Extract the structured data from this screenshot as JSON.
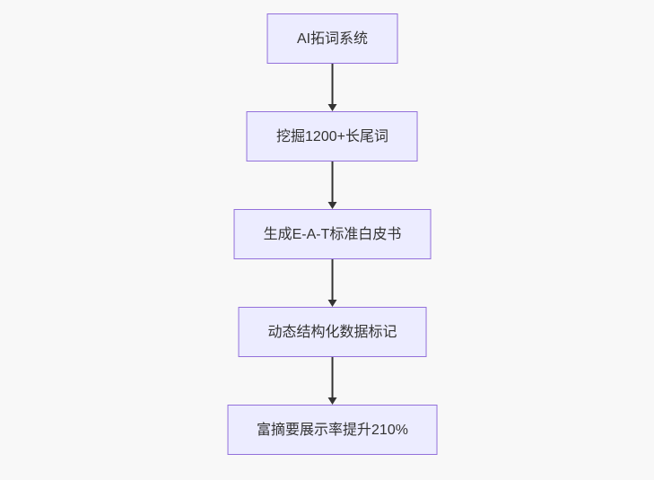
{
  "flowchart": {
    "direction": "top-down",
    "nodes": [
      {
        "id": "node-1",
        "label": "AI拓词系统"
      },
      {
        "id": "node-2",
        "label": "挖掘1200+长尾词"
      },
      {
        "id": "node-3",
        "label": "生成E-A-T标准白皮书"
      },
      {
        "id": "node-4",
        "label": "动态结构化数据标记"
      },
      {
        "id": "node-5",
        "label": "富摘要展示率提升210%"
      }
    ],
    "edges": [
      {
        "from": "node-1",
        "to": "node-2"
      },
      {
        "from": "node-2",
        "to": "node-3"
      },
      {
        "from": "node-3",
        "to": "node-4"
      },
      {
        "from": "node-4",
        "to": "node-5"
      }
    ],
    "colors": {
      "background": "#f8f8f8",
      "node_fill": "#ECECFF",
      "node_border": "#9370DB",
      "text": "#333333",
      "arrow": "#333333"
    }
  }
}
